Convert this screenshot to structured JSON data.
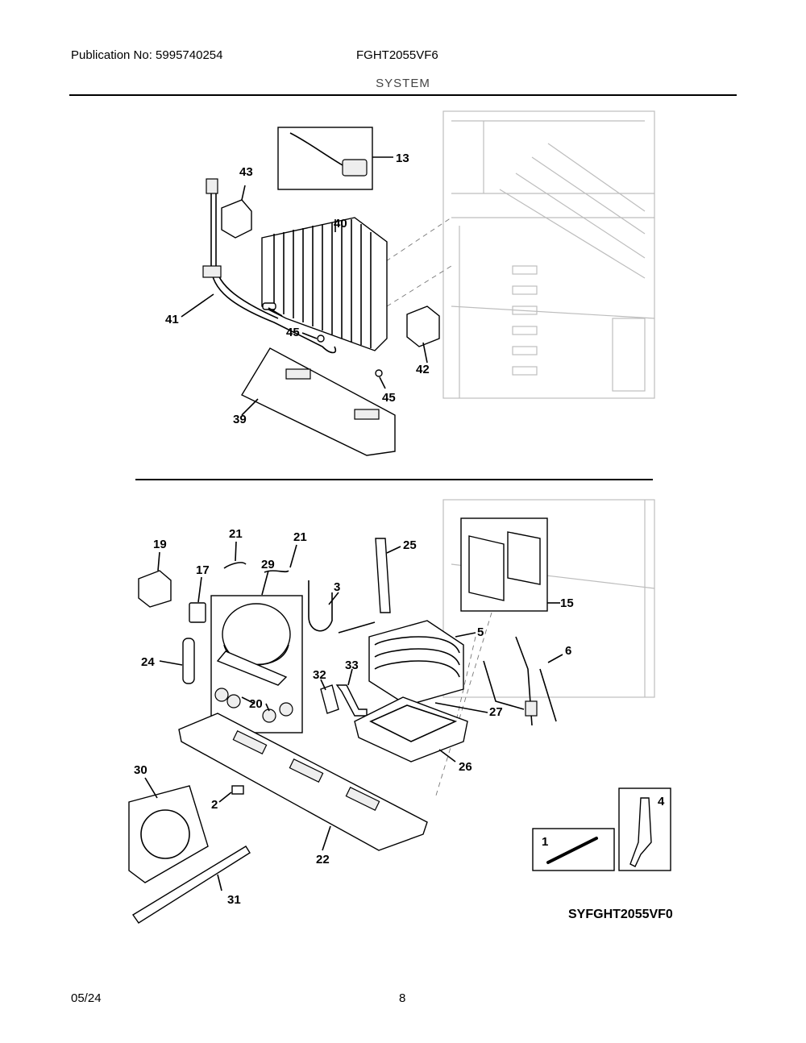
{
  "header": {
    "publication": "Publication No: 5995740254",
    "model": "FGHT2055VF6",
    "section": "SYSTEM"
  },
  "footer": {
    "date": "05/24",
    "page": "8"
  },
  "diagram_id": "SYFGHT2055VF0",
  "callouts": {
    "c1": "1",
    "c2": "2",
    "c3": "3",
    "c4": "4",
    "c5": "5",
    "c6": "6",
    "c13": "13",
    "c15": "15",
    "c17": "17",
    "c19": "19",
    "c20": "20",
    "c21a": "21",
    "c21b": "21",
    "c22": "22",
    "c24": "24",
    "c25": "25",
    "c26": "26",
    "c27": "27",
    "c29": "29",
    "c30": "30",
    "c31": "31",
    "c32": "32",
    "c33": "33",
    "c39": "39",
    "c40": "40",
    "c41": "41",
    "c42": "42",
    "c43": "43",
    "c45a": "45",
    "c45b": "45"
  }
}
